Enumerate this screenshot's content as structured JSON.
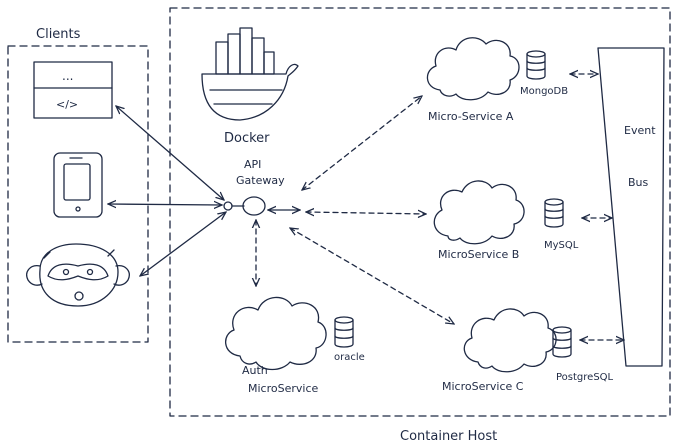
{
  "labels": {
    "clients": "Clients",
    "docker": "Docker",
    "api_gateway_line1": "API",
    "api_gateway_line2": "Gateway",
    "service_a": "Micro-Service A",
    "service_b": "MicroService B",
    "service_c": "MicroService C",
    "auth_line1": "Auth",
    "auth_line2": "MicroService",
    "db_a": "MongoDB",
    "db_b": "MySQL",
    "db_c": "PostgreSQL",
    "db_auth": "oracle",
    "event_bus_line1": "Event",
    "event_bus_line2": "Bus",
    "container_host": "Container Host",
    "browser_dots": "...",
    "browser_code": "</>"
  }
}
